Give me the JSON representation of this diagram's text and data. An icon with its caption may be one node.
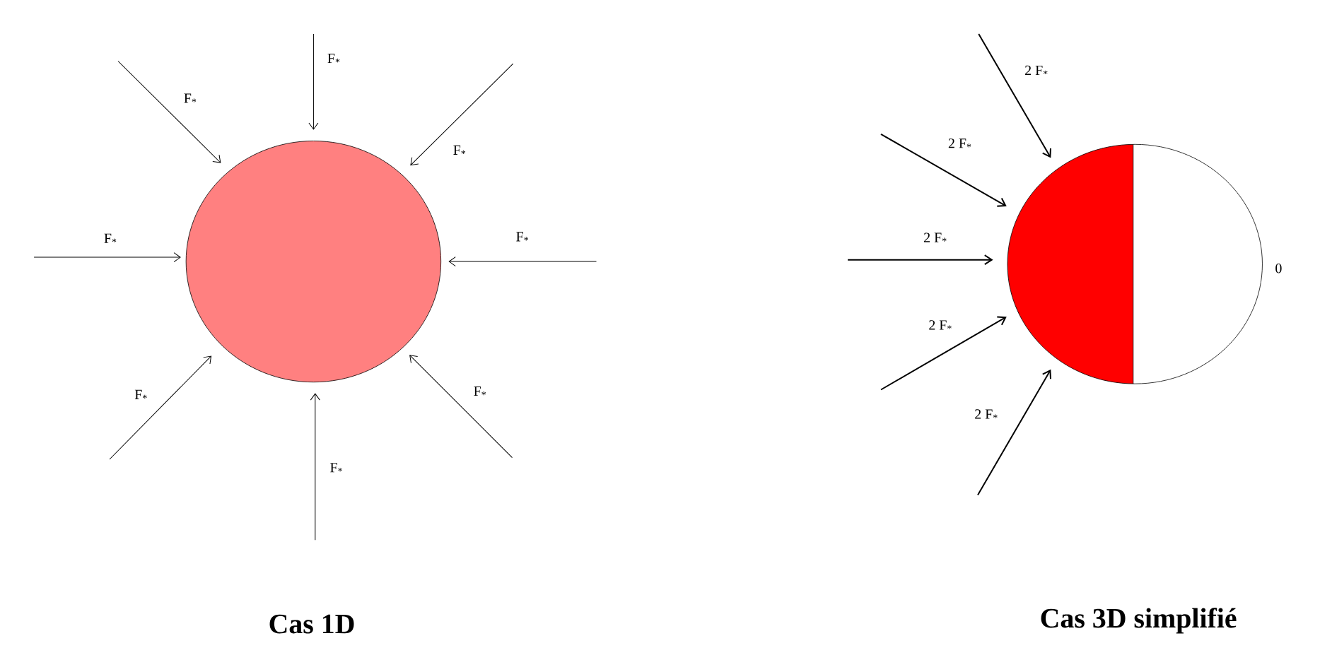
{
  "diagram": {
    "nodes": [
      {
        "text": [],
        "shape": "circle"
      },
      {
        "text": [],
        "shape": "circle",
        "beside": [
          "0"
        ]
      }
    ],
    "labels": [
      "F$_{*}$",
      "F$_{*}$",
      "F$_{*}$",
      "F$_{*}$",
      "F$_{*}$",
      "F$_{*}$",
      "F$_{*}$",
      "F$_{*}$",
      "2 F$_{*}$",
      "2 F$_{*}$",
      "2 F$_{*}$",
      "2 F$_{*}$",
      "2 F$_{*}$",
      "Cas 1D",
      "Cas 3D simplifié"
    ]
  }
}
